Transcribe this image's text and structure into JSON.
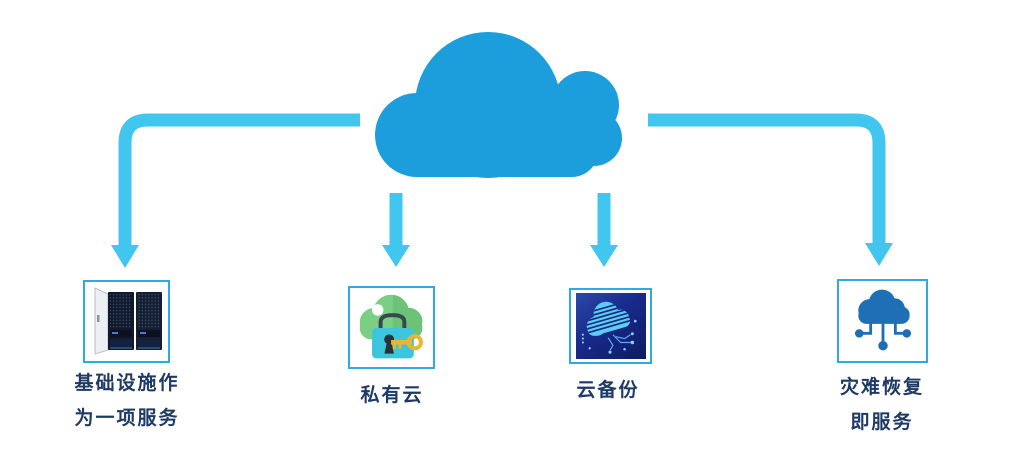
{
  "diagram": {
    "colors": {
      "background": "#ffffff",
      "cloud": "#1b9edb",
      "arrow": "#41c6ef",
      "box_border": "#2fa9e1",
      "label": "#1e3a66",
      "backup_bg_start": "#2b49ab",
      "backup_bg_end": "#0d1c60",
      "backup_cloud": "#5ecbf2",
      "private_cloud_green": "#7bcf84",
      "lock_teal": "#3ec5de",
      "key_gold": "#e9b62e",
      "network_blue": "#1e6fb5"
    },
    "nodes": [
      {
        "id": "iaas",
        "icon": "server-rack-icon",
        "label_lines": [
          "基础设施作",
          "为一项服务"
        ]
      },
      {
        "id": "private-cloud",
        "icon": "cloud-lock-icon",
        "label_lines": [
          "私有云"
        ]
      },
      {
        "id": "cloud-backup",
        "icon": "cloud-backup-icon",
        "label_lines": [
          "云备份"
        ]
      },
      {
        "id": "draas",
        "icon": "cloud-network-icon",
        "label_lines": [
          "灾难恢复",
          "即服务"
        ]
      }
    ]
  }
}
